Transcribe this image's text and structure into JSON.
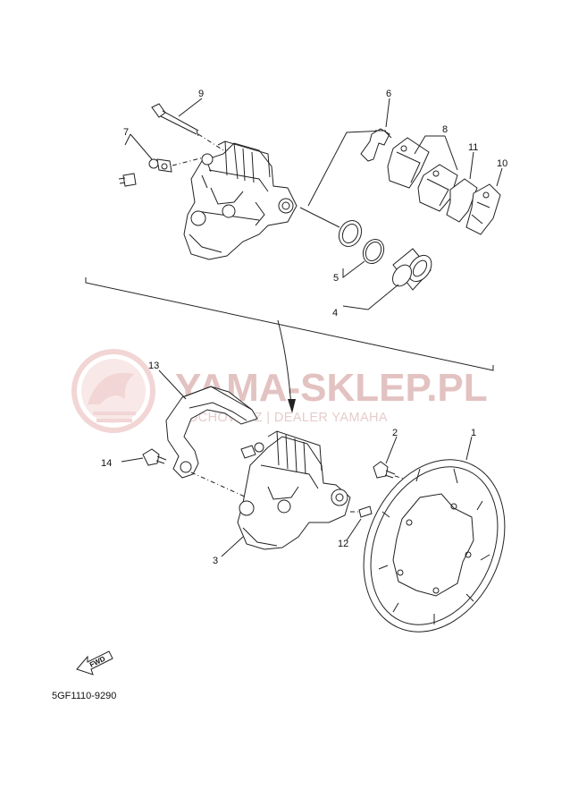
{
  "watermark": {
    "title": "YAMA-SKLEP.PL",
    "subtitle": "SOCHOWICZ | DEALER YAMAHA",
    "logo_color": "#e8b4b4"
  },
  "diagram_code": "5GF1110-9290",
  "fwd_label": "FWD",
  "part_labels": {
    "p1": "1",
    "p2": "2",
    "p3": "3",
    "p4": "4",
    "p5": "5",
    "p6": "6",
    "p7": "7",
    "p8": "8",
    "p9": "9",
    "p10": "10",
    "p11": "11",
    "p12": "12",
    "p13": "13",
    "p14": "14"
  }
}
